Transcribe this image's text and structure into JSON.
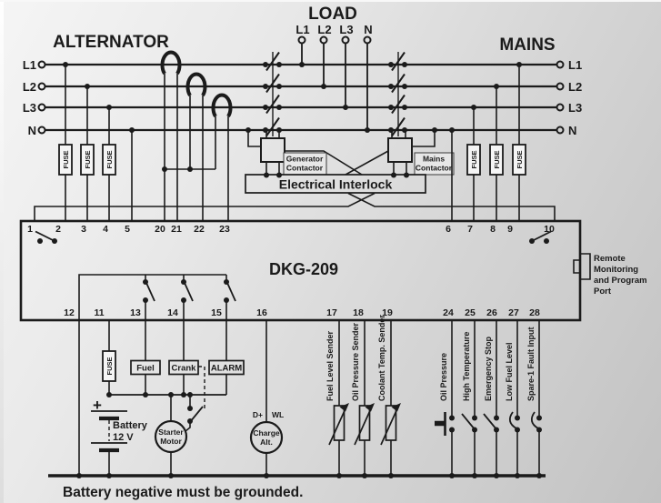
{
  "titles": {
    "alternator": "ALTERNATOR",
    "load": "LOAD",
    "mains": "MAINS"
  },
  "phase_labels": {
    "alt": [
      "L1",
      "L2",
      "L3",
      "N"
    ],
    "load": [
      "L1",
      "L2",
      "L3",
      "N"
    ],
    "mains": [
      "L1",
      "L2",
      "L3",
      "N"
    ]
  },
  "fuse_label": "FUSE",
  "contactor": {
    "generator_line1": "Generator",
    "generator_line2": "Contactor",
    "mains_line1": "Mains",
    "mains_line2": "Contactor",
    "interlock": "Electrical Interlock"
  },
  "controller": {
    "model": "DKG-209",
    "terminals_top": [
      "1",
      "2",
      "3",
      "4",
      "5",
      "20",
      "21",
      "22",
      "23",
      "6",
      "7",
      "8",
      "9",
      "10"
    ],
    "terminals_bottom": [
      "12",
      "11",
      "13",
      "14",
      "15",
      "16",
      "17",
      "18",
      "19",
      "24",
      "25",
      "26",
      "27",
      "28"
    ],
    "port_lines": [
      "Remote",
      "Monitoring",
      "and Program",
      "Port"
    ]
  },
  "engine": {
    "fuel": "Fuel",
    "crank": "Crank",
    "alarm": "ALARM",
    "battery_plus": "+",
    "battery_line1": "Battery",
    "battery_line2": "12 V",
    "starter_line1": "Starter",
    "starter_line2": "Motor",
    "d_plus": "D+",
    "wl": "WL",
    "charge_line1": "Charge",
    "charge_line2": "Alt."
  },
  "senders": [
    "Fuel Level Sender",
    "Oil Pressure Sender",
    "Coolant Temp. Sender"
  ],
  "inputs": [
    "Oil Pressure",
    "High Temperature",
    "Emergency Stop",
    "Low Fuel Level",
    "Spare-1 Fault Input"
  ],
  "footer_note": "Battery negative must be grounded.",
  "colors": {
    "line": "#1b1b1b",
    "box_fill": "#f2f2f2",
    "bg": "#e0e0e0"
  }
}
